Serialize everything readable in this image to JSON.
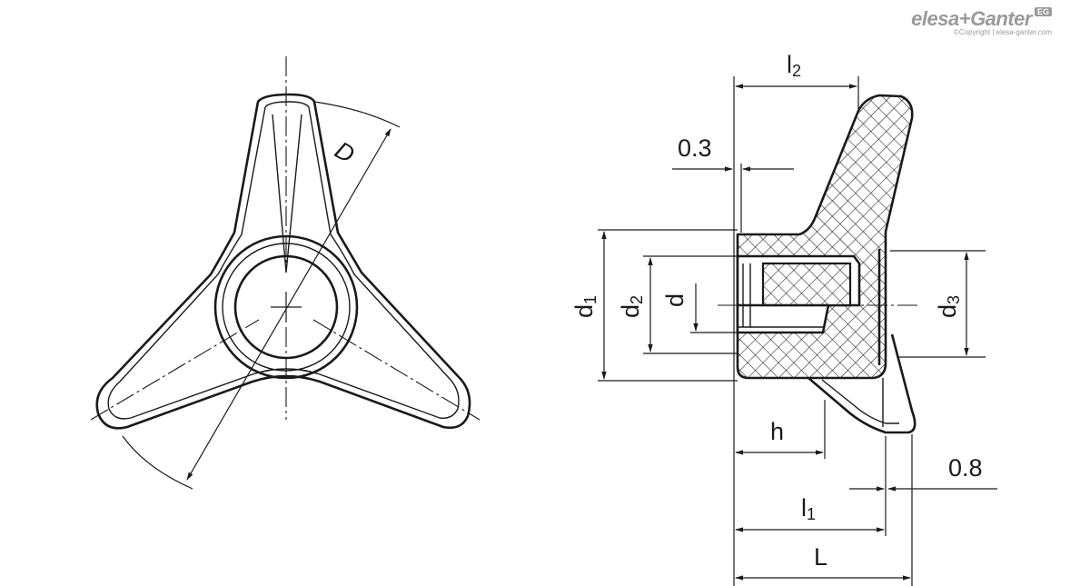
{
  "brand": {
    "logo_text": "elesa+Ganter",
    "badge": "EG",
    "copyright": "©Copyright | elesa-ganter.com"
  },
  "dimensions": {
    "D": "D",
    "l2": "l",
    "l2_sub": "2",
    "offset_top": "0.3",
    "d1": "d",
    "d1_sub": "1",
    "d2": "d",
    "d2_sub": "2",
    "d": "d",
    "d3": "d",
    "d3_sub": "3",
    "h": "h",
    "offset_bottom": "0.8",
    "l1": "l",
    "l1_sub": "1",
    "L": "L"
  }
}
